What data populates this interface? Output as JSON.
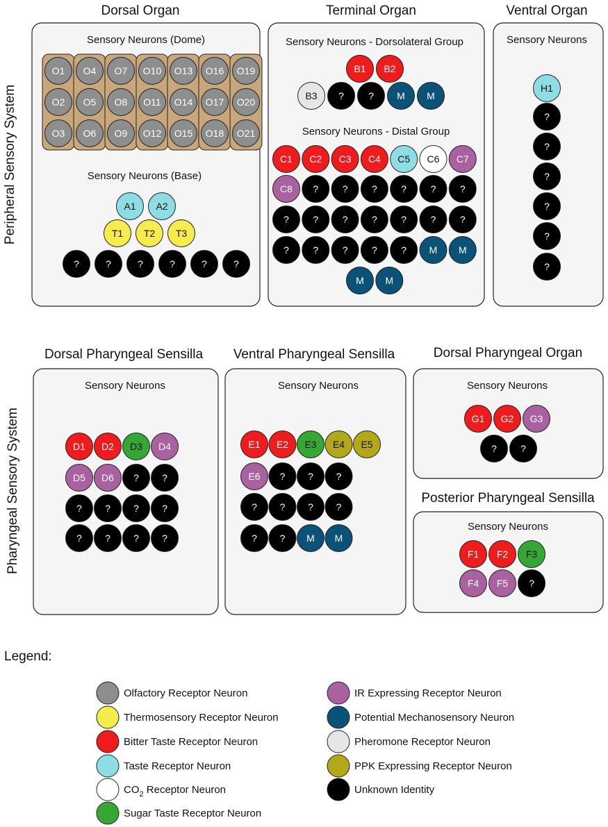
{
  "colors": {
    "olfactory": "#8e8e8e",
    "thermo": "#f6ec4d",
    "bitter": "#ee1c1c",
    "taste": "#8fdde4",
    "co2": "#ffffff",
    "sugar": "#36a735",
    "ir": "#a9619f",
    "mechano": "#0a5277",
    "pheromone": "#e6e6e6",
    "ppk": "#b3a71a",
    "unknown": "#000000"
  },
  "system_labels": {
    "peripheral": "Peripheral Sensory System",
    "pharyngeal": "Pharyngeal Sensory System"
  },
  "organs": [
    {
      "id": "dorsal-organ",
      "title": "Dorsal Organ",
      "groups": [
        {
          "label": "Sensory Neurons (Dome)",
          "rows": [
            [
              [
                "O1",
                "olfactory"
              ],
              [
                "O4",
                "olfactory"
              ],
              [
                "O7",
                "olfactory"
              ],
              [
                "O10",
                "olfactory"
              ],
              [
                "O13",
                "olfactory"
              ],
              [
                "O16",
                "olfactory"
              ],
              [
                "O19",
                "olfactory"
              ]
            ],
            [
              [
                "O2",
                "olfactory"
              ],
              [
                "O5",
                "olfactory"
              ],
              [
                "O8",
                "olfactory"
              ],
              [
                "O11",
                "olfactory"
              ],
              [
                "O14",
                "olfactory"
              ],
              [
                "O17",
                "olfactory"
              ],
              [
                "O20",
                "olfactory"
              ]
            ],
            [
              [
                "O3",
                "olfactory"
              ],
              [
                "O6",
                "olfactory"
              ],
              [
                "O9",
                "olfactory"
              ],
              [
                "O12",
                "olfactory"
              ],
              [
                "O15",
                "olfactory"
              ],
              [
                "O18",
                "olfactory"
              ],
              [
                "O21",
                "olfactory"
              ]
            ]
          ]
        },
        {
          "label": "Sensory Neurons (Base)",
          "rows": [
            [
              [
                "A1",
                "taste"
              ],
              [
                "A2",
                "taste"
              ]
            ],
            [
              [
                "T1",
                "thermo"
              ],
              [
                "T2",
                "thermo"
              ],
              [
                "T3",
                "thermo"
              ]
            ],
            [
              [
                "?",
                "unknown"
              ],
              [
                "?",
                "unknown"
              ],
              [
                "?",
                "unknown"
              ],
              [
                "?",
                "unknown"
              ],
              [
                "?",
                "unknown"
              ],
              [
                "?",
                "unknown"
              ]
            ]
          ]
        }
      ]
    },
    {
      "id": "terminal-organ",
      "title": "Terminal Organ",
      "groups": [
        {
          "label": "Sensory Neurons - Dorsolateral Group",
          "rows": [
            [
              [
                "B1",
                "bitter"
              ],
              [
                "B2",
                "bitter"
              ]
            ],
            [
              [
                "B3",
                "pheromone"
              ],
              [
                "?",
                "unknown"
              ],
              [
                "?",
                "unknown"
              ],
              [
                "M",
                "mechano"
              ],
              [
                "M",
                "mechano"
              ]
            ]
          ]
        },
        {
          "label": "Sensory Neurons - Distal Group",
          "rows": [
            [
              [
                "C1",
                "bitter"
              ],
              [
                "C2",
                "bitter"
              ],
              [
                "C3",
                "bitter"
              ],
              [
                "C4",
                "bitter"
              ],
              [
                "C5",
                "taste"
              ],
              [
                "C6",
                "co2"
              ],
              [
                "C7",
                "ir"
              ]
            ],
            [
              [
                "C8",
                "ir"
              ],
              [
                "?",
                "unknown"
              ],
              [
                "?",
                "unknown"
              ],
              [
                "?",
                "unknown"
              ],
              [
                "?",
                "unknown"
              ],
              [
                "?",
                "unknown"
              ],
              [
                "?",
                "unknown"
              ]
            ],
            [
              [
                "?",
                "unknown"
              ],
              [
                "?",
                "unknown"
              ],
              [
                "?",
                "unknown"
              ],
              [
                "?",
                "unknown"
              ],
              [
                "?",
                "unknown"
              ],
              [
                "?",
                "unknown"
              ],
              [
                "?",
                "unknown"
              ]
            ],
            [
              [
                "?",
                "unknown"
              ],
              [
                "?",
                "unknown"
              ],
              [
                "?",
                "unknown"
              ],
              [
                "?",
                "unknown"
              ],
              [
                "?",
                "unknown"
              ],
              [
                "M",
                "mechano"
              ],
              [
                "M",
                "mechano"
              ]
            ],
            [
              [
                "M",
                "mechano"
              ],
              [
                "M",
                "mechano"
              ]
            ]
          ]
        }
      ]
    },
    {
      "id": "ventral-organ",
      "title": "Ventral Organ",
      "groups": [
        {
          "label": "Sensory Neurons",
          "rows": [
            [
              [
                "H1",
                "taste"
              ]
            ],
            [
              [
                "?",
                "unknown"
              ]
            ],
            [
              [
                "?",
                "unknown"
              ]
            ],
            [
              [
                "?",
                "unknown"
              ]
            ],
            [
              [
                "?",
                "unknown"
              ]
            ],
            [
              [
                "?",
                "unknown"
              ]
            ],
            [
              [
                "?",
                "unknown"
              ]
            ]
          ]
        }
      ]
    },
    {
      "id": "dorsal-pharyngeal-sensilla",
      "title": "Dorsal Pharyngeal Sensilla",
      "groups": [
        {
          "label": "Sensory Neurons",
          "rows": [
            [
              [
                "D1",
                "bitter"
              ],
              [
                "D2",
                "bitter"
              ],
              [
                "D3",
                "sugar"
              ],
              [
                "D4",
                "ir"
              ]
            ],
            [
              [
                "D5",
                "ir"
              ],
              [
                "D6",
                "ir"
              ],
              [
                "?",
                "unknown"
              ],
              [
                "?",
                "unknown"
              ]
            ],
            [
              [
                "?",
                "unknown"
              ],
              [
                "?",
                "unknown"
              ],
              [
                "?",
                "unknown"
              ],
              [
                "?",
                "unknown"
              ]
            ],
            [
              [
                "?",
                "unknown"
              ],
              [
                "?",
                "unknown"
              ],
              [
                "?",
                "unknown"
              ],
              [
                "?",
                "unknown"
              ]
            ]
          ]
        }
      ]
    },
    {
      "id": "ventral-pharyngeal-sensilla",
      "title": "Ventral Pharyngeal Sensilla",
      "groups": [
        {
          "label": "Sensory Neurons",
          "rows": [
            [
              [
                "E1",
                "bitter"
              ],
              [
                "E2",
                "bitter"
              ],
              [
                "E3",
                "sugar"
              ],
              [
                "E4",
                "ppk"
              ],
              [
                "E5",
                "ppk"
              ]
            ],
            [
              [
                "E6",
                "ir"
              ],
              [
                "?",
                "unknown"
              ],
              [
                "?",
                "unknown"
              ],
              [
                "?",
                "unknown"
              ]
            ],
            [
              [
                "?",
                "unknown"
              ],
              [
                "?",
                "unknown"
              ],
              [
                "?",
                "unknown"
              ],
              [
                "?",
                "unknown"
              ]
            ],
            [
              [
                "?",
                "unknown"
              ],
              [
                "?",
                "unknown"
              ],
              [
                "M",
                "mechano"
              ],
              [
                "M",
                "mechano"
              ]
            ]
          ]
        }
      ]
    },
    {
      "id": "dorsal-pharyngeal-organ",
      "title": "Dorsal Pharyngeal Organ",
      "groups": [
        {
          "label": "Sensory Neurons",
          "rows": [
            [
              [
                "G1",
                "bitter"
              ],
              [
                "G2",
                "bitter"
              ],
              [
                "G3",
                "ir"
              ]
            ],
            [
              [
                "?",
                "unknown"
              ],
              [
                "?",
                "unknown"
              ]
            ]
          ]
        }
      ]
    },
    {
      "id": "posterior-pharyngeal-sensilla",
      "title": "Posterior Pharyngeal Sensilla",
      "groups": [
        {
          "label": "Sensory Neurons",
          "rows": [
            [
              [
                "F1",
                "bitter"
              ],
              [
                "F2",
                "bitter"
              ],
              [
                "F3",
                "sugar"
              ]
            ],
            [
              [
                "F4",
                "ir"
              ],
              [
                "F5",
                "ir"
              ],
              [
                "?",
                "unknown"
              ]
            ]
          ]
        }
      ]
    }
  ],
  "legend": {
    "title": "Legend:",
    "items": [
      {
        "type": "olfactory",
        "label": "Olfactory Receptor Neuron"
      },
      {
        "type": "thermo",
        "label": "Thermosensory Receptor Neuron"
      },
      {
        "type": "bitter",
        "label": "Bitter Taste Receptor Neuron"
      },
      {
        "type": "taste",
        "label": "Taste Receptor Neuron"
      },
      {
        "type": "co2",
        "label": "CO",
        "sub": "2",
        "label_rest": " Receptor Neuron"
      },
      {
        "type": "sugar",
        "label": "Sugar Taste Receptor Neuron"
      },
      {
        "type": "ir",
        "label": "IR Expressing Receptor Neuron"
      },
      {
        "type": "mechano",
        "label": "Potential Mechanosensory Neuron"
      },
      {
        "type": "pheromone",
        "label": "Pheromone Receptor Neuron"
      },
      {
        "type": "ppk",
        "label": "PPK Expressing Receptor Neuron"
      },
      {
        "type": "unknown",
        "label": "Unknown Identity"
      }
    ]
  }
}
